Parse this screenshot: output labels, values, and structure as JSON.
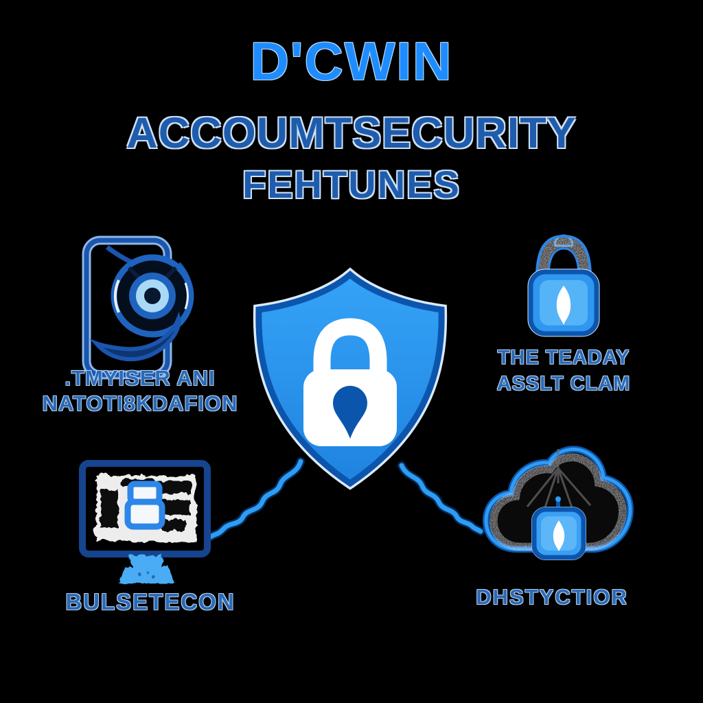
{
  "page": {
    "background_color": "#000000"
  },
  "header": {
    "brand": "D'CWIN",
    "title": "ACCOUMTSECURITY",
    "subtitle": "FEHTUNES"
  },
  "colors": {
    "background": "#000000",
    "brand_blue": "#1E8CFF",
    "heading_blue": "#1E5CAD",
    "label_blue": "#2A69B5",
    "outline_light": "#BAD3F0",
    "icon_bright_blue": "#2D9CF5",
    "icon_dark_blue": "#0C55AD",
    "shield_fill_top": "#35A3F7",
    "shield_fill_bottom": "#1F83E0",
    "lock_white": "#FFFFFF"
  },
  "center": {
    "icon": "shield-lock-icon"
  },
  "features": {
    "top_left": {
      "icon": "phone-eye-icon",
      "label_line1": ".TMYISER ANI",
      "label_line2": "NATOTI8KDAFION"
    },
    "top_right": {
      "icon": "padlock-icon",
      "label_line1": "THE TEADAY",
      "label_line2": "ASSLT CLAM"
    },
    "bottom_left": {
      "icon": "monitor-icon",
      "label": "BULSETECON"
    },
    "bottom_right": {
      "icon": "cloud-lock-icon",
      "label": "DHSTYCTIOR"
    }
  },
  "connectors": {
    "left": "shield-to-monitor-wire",
    "right": "shield-to-cloud-wire"
  }
}
